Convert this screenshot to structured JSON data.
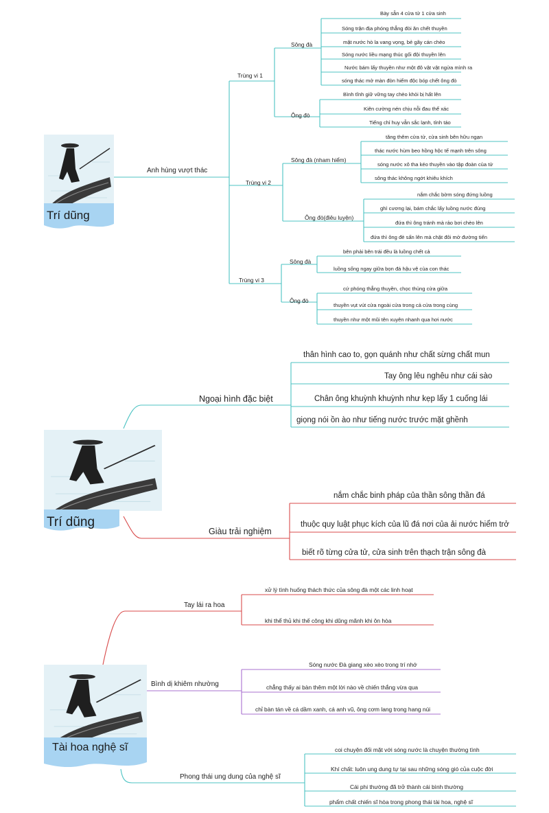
{
  "colors": {
    "teal": "#4cc3c3",
    "red": "#d84a4a",
    "purple": "#a970cf",
    "card_blue": "#a8d4f2",
    "water": "#e8f3f7"
  },
  "map1": {
    "center": "Trí dũng",
    "main": "Anh hùng vượt thác",
    "rounds": [
      {
        "label": "Trùng vi 1",
        "groups": [
          {
            "label": "Sông đà",
            "items": [
              "Bày sẵn 4 cửa tử 1 cửa sinh",
              "Sóng trận địa phóng thẳng đòi ăn chết thuyền",
              "mặt nước hò la vang vọng, bẻ gãy cán chèo",
              "Sóng nước liều mạng thúc gối đội thuyền lên",
              "Nước bám lấy thuyền như một đô vật vật ngửa mình ra",
              "sóng thác mở màn đòn hiểm độc bóp chết ông đò"
            ]
          },
          {
            "label": "Ông đò",
            "items": [
              "Bình tĩnh giữ vững tay chèo khỏi bị hất lên",
              "Kiên cường nén chịu nỗi đau thể xác",
              "Tiếng chỉ huy vẫn sắc lạnh, tỉnh táo"
            ]
          }
        ]
      },
      {
        "label": "Trùng vi 2",
        "groups": [
          {
            "label": "Sông đà (nham hiểm)",
            "items": [
              "tăng thêm cửa tử, cửa sinh bên hữu ngạn",
              "thác nước hùm beo hồng hộc tế mạnh trên sông",
              "sóng nước xô tha kéo thuyền vào tập đoàn của tử",
              "sông thác không ngớt khiêu khích"
            ]
          },
          {
            "label": "Ông đò(điêu luyện)",
            "items": [
              "nắm chắc bờm sóng đứng luồng",
              "ghì cương lại, bám chắc lấy luồng nước đúng",
              "đứa thì ông tránh mà rảo bơi chèo lên",
              "đứa thì ông đè sấn lên mà chặt đôi mở đường tiến"
            ]
          }
        ]
      },
      {
        "label": "Trùng vi 3",
        "groups": [
          {
            "label": "Sông đà",
            "items": [
              "bên phải bên trái đều là luồng chết cả",
              "luồng sống ngay giữa bọn đá hậu vệ của con thác"
            ]
          },
          {
            "label": "Ông đò",
            "items": [
              "cứ phóng thẳng thuyền, chọc thủng cửa giữa",
              "thuyền vụt vút cửa ngoài cửa trong cả cửa trong cùng",
              "thuyền như một mũi tên xuyên nhanh qua hơi nước"
            ]
          }
        ]
      }
    ]
  },
  "map2": {
    "center": "Trí dũng",
    "branches": [
      {
        "label": "Ngoại hình đặc biệt",
        "items": [
          "thân hình cao to, gọn quánh như chất sừng chất mun",
          "Tay ông lêu nghêu như cái sào",
          "Chân ông khuỳnh khuỳnh như kẹp lấy 1 cuống lái",
          "giọng nói ồn ào như tiếng nước trước mặt ghềnh"
        ]
      },
      {
        "label": "Giàu trải nghiệm",
        "items": [
          "nắm chắc binh pháp của thần sông thần đá",
          "thuộc quy luật phục kích của lũ đá nơi của ải nước hiểm trở",
          "biết rõ từng cửa tử, cửa sinh trên thạch trận sông đà"
        ]
      }
    ]
  },
  "map3": {
    "center": "Tài hoa nghệ sĩ",
    "branches": [
      {
        "label": "Tay lái ra hoa",
        "items": [
          "xử lý tình huống thách thức của sông đà một các linh hoạt",
          "khi thể thủ khi thế công khi dũng mãnh khi ôn hòa"
        ]
      },
      {
        "label": "Bình dị khiêm nhường",
        "items": [
          "Sóng nước Đà giang xèo xèo trong trí nhớ",
          "chẳng thấy ai bàn thêm một lời nào về chiến thắng vừa qua",
          "chỉ bàn tán về cá dầm xanh, cá anh vũ, ông cơm lang trong hang núi"
        ]
      },
      {
        "label": "Phong thái ung dung của nghệ sĩ",
        "items": [
          "coi chuyện đối mặt với sóng nước là chuyện thường tình",
          "Khí chất: luôn ung dung tự tại sau những sóng gió của cuộc đời",
          "Cái phi thường đã trở thành cái bình thường",
          "phẩm chất chiến sĩ hòa trong phong thái tài hoa, nghệ sĩ"
        ]
      }
    ]
  }
}
